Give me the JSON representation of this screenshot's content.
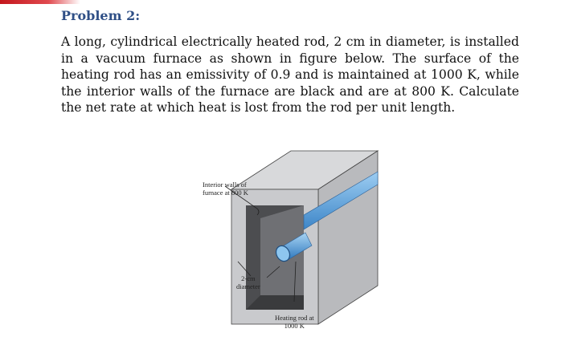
{
  "problem": {
    "title": "Problem 2:",
    "text": "A long, cylindrical electrically heated rod, 2 cm in diameter, is installed in a vacuum furnace as shown in figure below. The surface of the heating rod has an emissivity of 0.9 and is maintained at 1000 K, while the interior walls of the furnace are black and are at 800 K. Calculate the net rate at which heat is lost from the rod per unit length."
  },
  "figure": {
    "label_walls_line1": "Interior walls of",
    "label_walls_line2": "furnace at 800 K",
    "label_diameter_line1": "2-cm",
    "label_diameter_line2": "diameter",
    "label_rod_line1": "Heating rod at",
    "label_rod_line2": "1000 K",
    "colors": {
      "title": "#2f4f86",
      "furnace_face": "#c9cacd",
      "furnace_dark": "#5f6063",
      "rod_blue": "#6aaedf"
    }
  }
}
